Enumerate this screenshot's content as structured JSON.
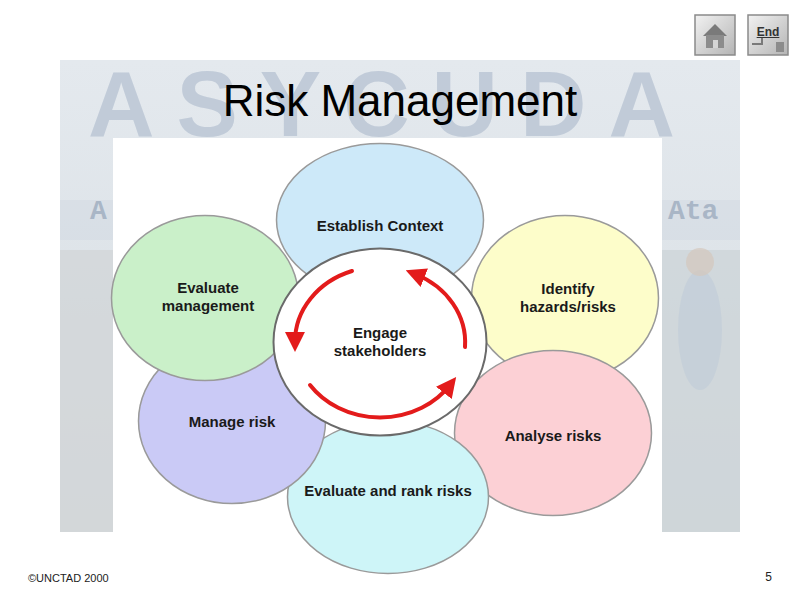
{
  "diagram": {
    "title": "Risk Management",
    "nodes": [
      {
        "text": [
          "Establish Context"
        ]
      },
      {
        "text": [
          "Identify hazards/risks"
        ]
      },
      {
        "text": [
          "Analyse risks"
        ]
      },
      {
        "text": [
          "Evaluate and rank risks"
        ]
      },
      {
        "text": [
          "Manage risk"
        ]
      },
      {
        "text": [
          "Evaluate management"
        ]
      },
      {
        "text": [
          "Engage stakeholders"
        ]
      }
    ],
    "labels": [
      "ASYCUDA",
      "A",
      "Ata",
      "End",
      "©UNCTAD 2000",
      "5"
    ]
  }
}
